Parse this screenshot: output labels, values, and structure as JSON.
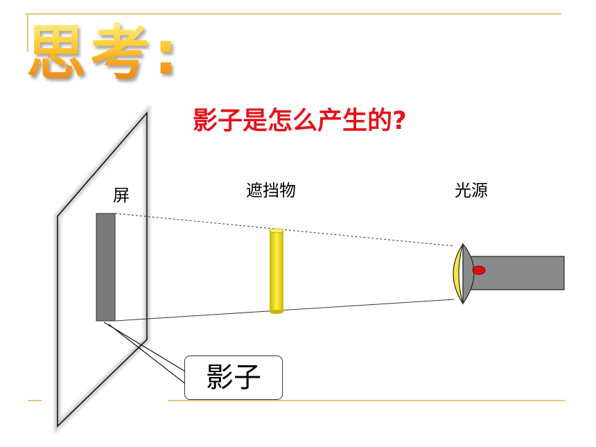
{
  "title": "思考:",
  "question": "影子是怎么产生的?",
  "labels": {
    "screen": "屏",
    "obstacle": "遮挡物",
    "light_source": "光源"
  },
  "callout": "影子",
  "colors": {
    "accent_line": "#e0b050",
    "question": "#e3141b",
    "shadow": "#7a7a7a",
    "obstacle": "#f0e020",
    "flashlight_body": "#8a8a8a",
    "lens": "#f5e642",
    "bulb": "#e01010"
  }
}
